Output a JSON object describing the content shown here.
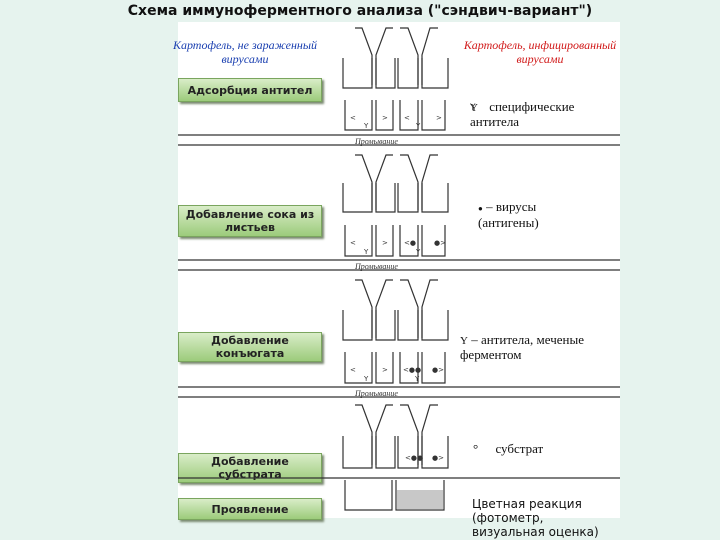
{
  "title": "Схема иммуноферментного анализа (\"сэндвич-вариант\")",
  "left_label": "Картофель, не зараженный вирусами",
  "right_label": "Картофель, инфицированный вирусами",
  "steps": [
    "Адсорбция антител",
    "Добавление сока из листьев",
    "Добавление конъюгата",
    "Добавление субстрата",
    "Проявление"
  ],
  "wash_label": "Промывание",
  "legend": [
    {
      "symbol": "Y",
      "text": "специфические антитела"
    },
    {
      "symbol": "●",
      "text": "– вирусы (антигены)"
    },
    {
      "symbol": "Y",
      "text": "– антитела, меченые ферментом"
    },
    {
      "symbol": "°",
      "text": "субстрат"
    },
    {
      "symbol": "",
      "text": "Цветная реакция (фотометр, визуальная оценка)"
    }
  ]
}
